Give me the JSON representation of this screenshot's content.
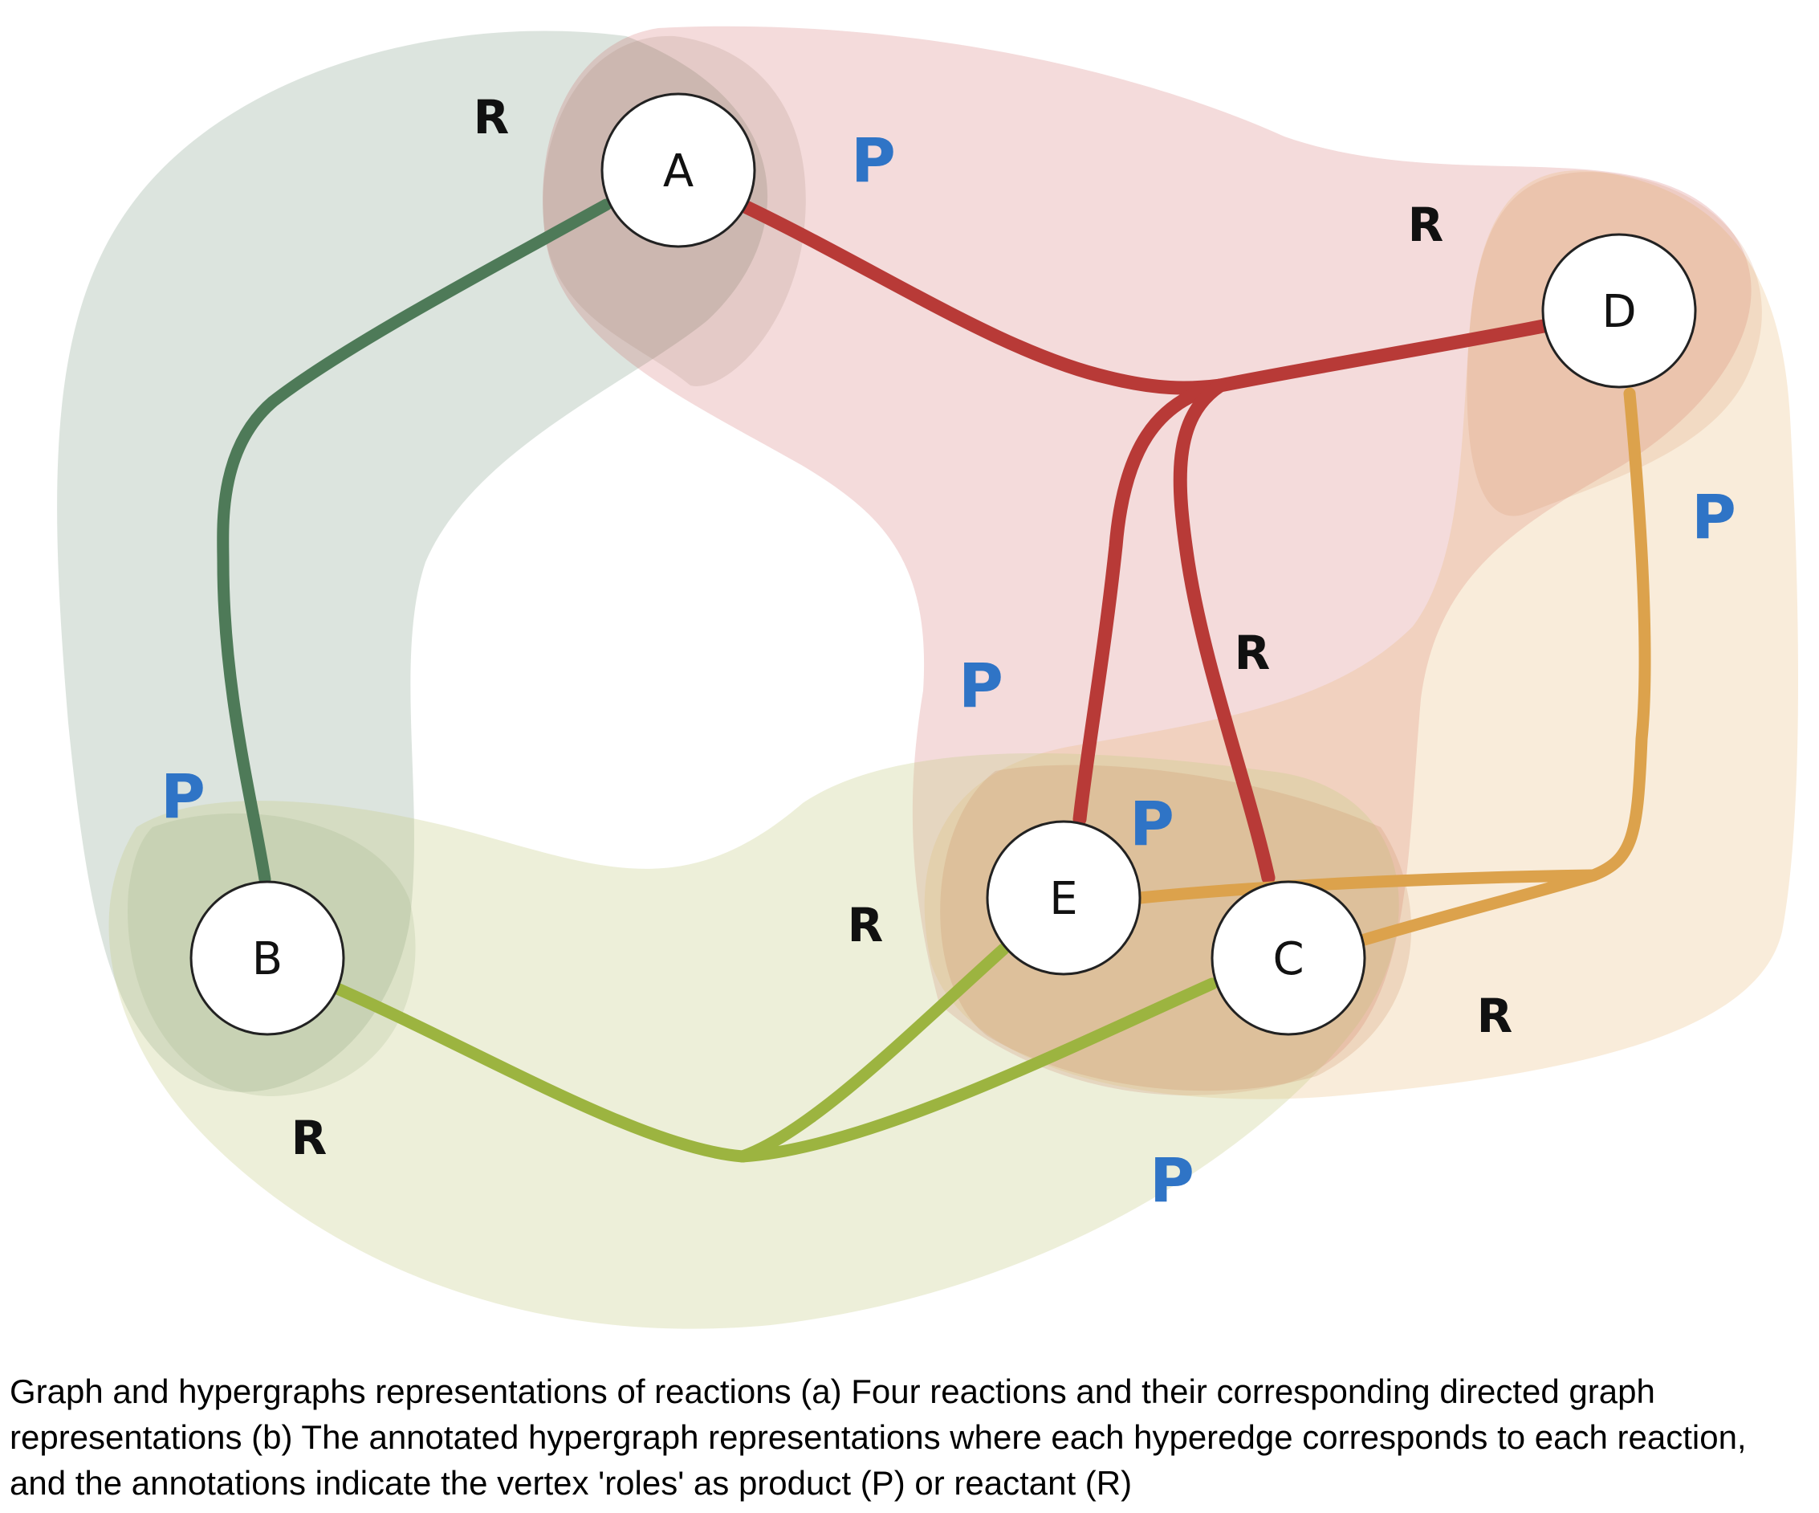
{
  "nodes": {
    "a": "A",
    "b": "B",
    "c": "C",
    "d": "D",
    "e": "E"
  },
  "hyperedges": {
    "green": {
      "color": "#4e7a58",
      "region": "#d9e4dd",
      "roles": {
        "a": "R",
        "b": "P"
      }
    },
    "red": {
      "color": "#b83a37",
      "region": "#ecd5d6",
      "roles": {
        "a": "P",
        "d": "R",
        "c": "R",
        "e": "P"
      }
    },
    "orange": {
      "color": "#dca24c",
      "region": "#f5e8d4",
      "roles": {
        "d": "P",
        "c": "R",
        "e": "P"
      }
    },
    "lime": {
      "color": "#9cb440",
      "region": "#eaecd8",
      "roles": {
        "b": "R",
        "e": "R",
        "c": "P"
      }
    }
  },
  "caption": "Graph and hypergraphs representations of reactions (a) Four reactions and their corresponding directed graph representations (b) The annotated hypergraph representations where each hyperedge corresponds to each reaction, and the annotations indicate the vertex 'roles' as product (P) or reactant (R)"
}
